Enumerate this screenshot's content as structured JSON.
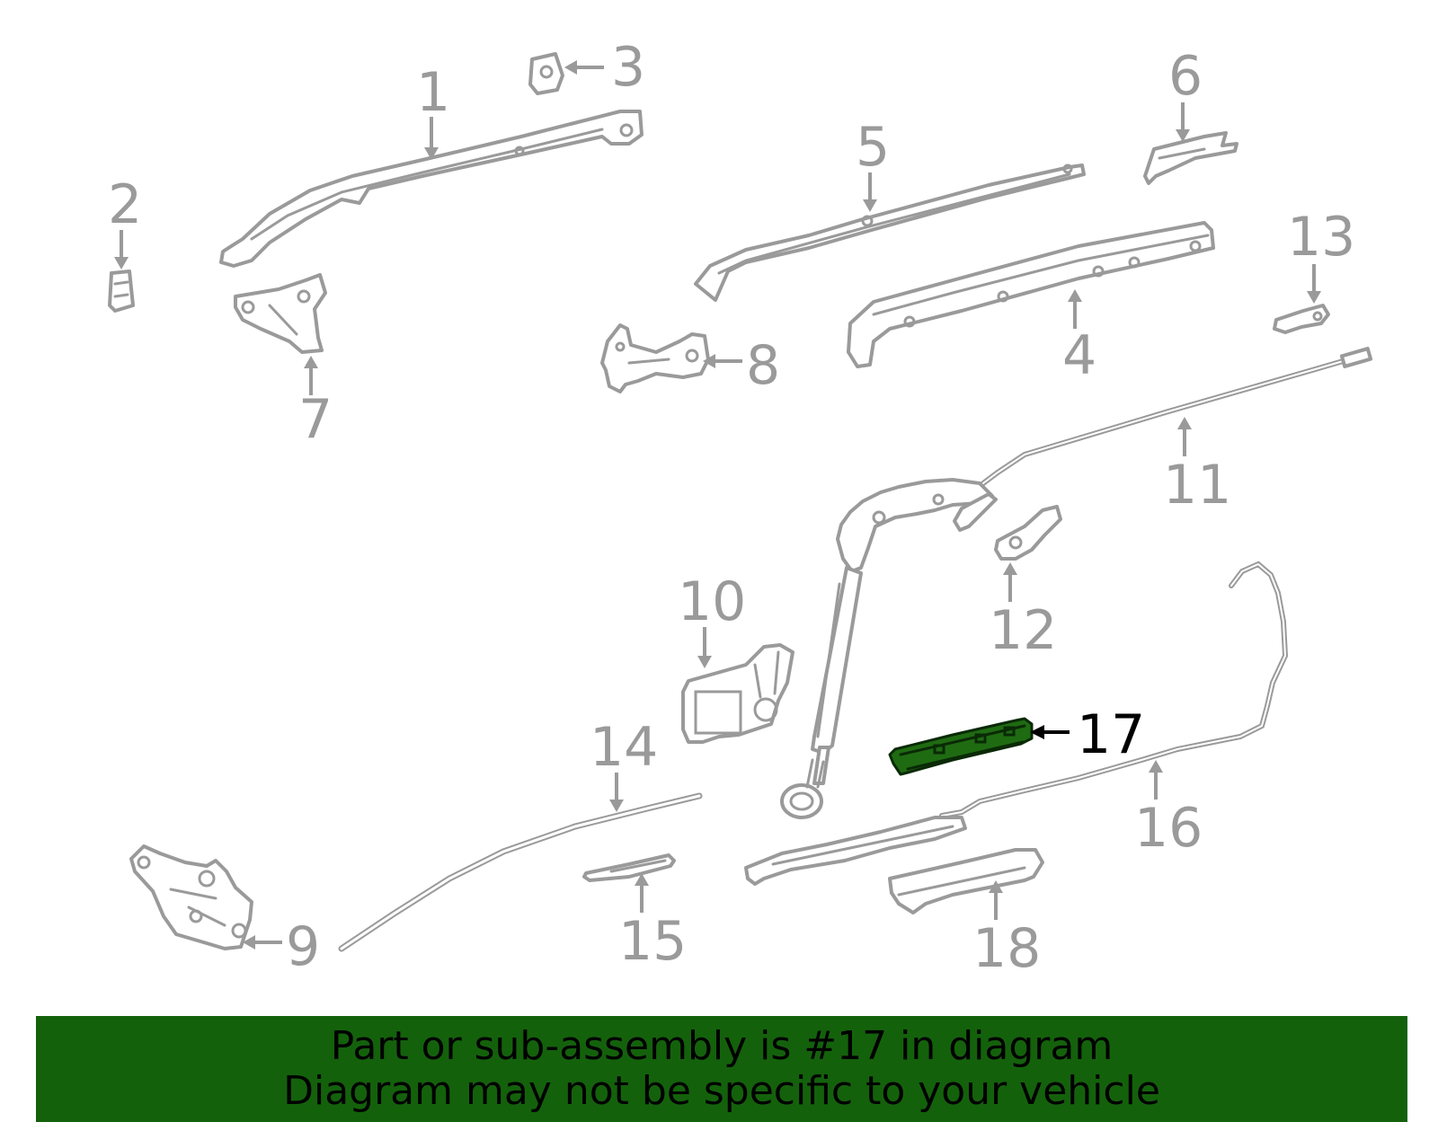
{
  "diagram": {
    "highlighted_part": "17",
    "callouts": [
      "1",
      "2",
      "3",
      "4",
      "5",
      "6",
      "7",
      "8",
      "9",
      "10",
      "11",
      "12",
      "13",
      "14",
      "15",
      "16",
      "17",
      "18"
    ]
  },
  "footer": {
    "line1": "Part or sub-assembly is #17 in diagram",
    "line2": "Diagram may not be specific to your vehicle"
  },
  "colors": {
    "part_outline": "#9a9a9a",
    "highlight_fill": "#1f6b12",
    "footer_background": "#14610c"
  }
}
